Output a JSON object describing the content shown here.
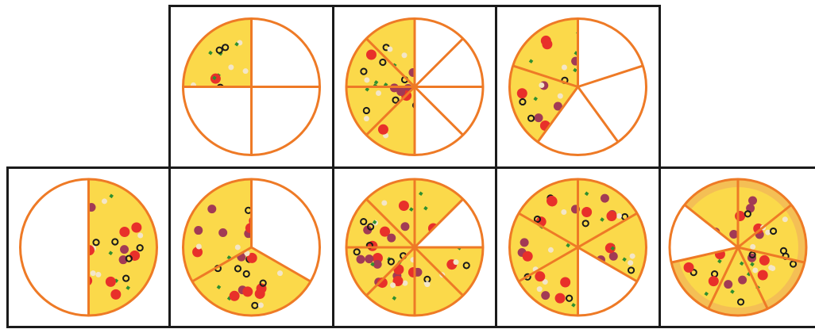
{
  "colors": {
    "outline": "#ee7a26",
    "crust": "#f4bf55",
    "cheese": "#fbd94a",
    "pepperoni": "#a23a55",
    "tomato": "#e8302a",
    "olive": "#1b1b1b",
    "herb": "#2f8f2f",
    "mushroom": "#f3e6c8",
    "empty": "#ffffff",
    "frame": "#1a1a1a"
  },
  "pizzas": [
    {
      "id": "top-1",
      "slices": 4,
      "filled": [
        3
      ],
      "style": "plain"
    },
    {
      "id": "top-2",
      "slices": 8,
      "filled": [
        4,
        5,
        6,
        7
      ],
      "style": "plain"
    },
    {
      "id": "top-3",
      "slices": 5,
      "filled": [
        3,
        4
      ],
      "style": "plain"
    },
    {
      "id": "bottom-1",
      "slices": 2,
      "filled": [
        0
      ],
      "style": "plain"
    },
    {
      "id": "bottom-2",
      "slices": 3,
      "filled": [
        1,
        2
      ],
      "style": "plain"
    },
    {
      "id": "bottom-3",
      "slices": 8,
      "filled": [
        0,
        2,
        3,
        4,
        5,
        6,
        7
      ],
      "style": "plain"
    },
    {
      "id": "bottom-4",
      "slices": 6,
      "filled": [
        0,
        1,
        3,
        4,
        5
      ],
      "style": "plain"
    },
    {
      "id": "bottom-5",
      "slices": 7,
      "filled": [
        0,
        1,
        2,
        3,
        4,
        6
      ],
      "style": "crust"
    }
  ]
}
